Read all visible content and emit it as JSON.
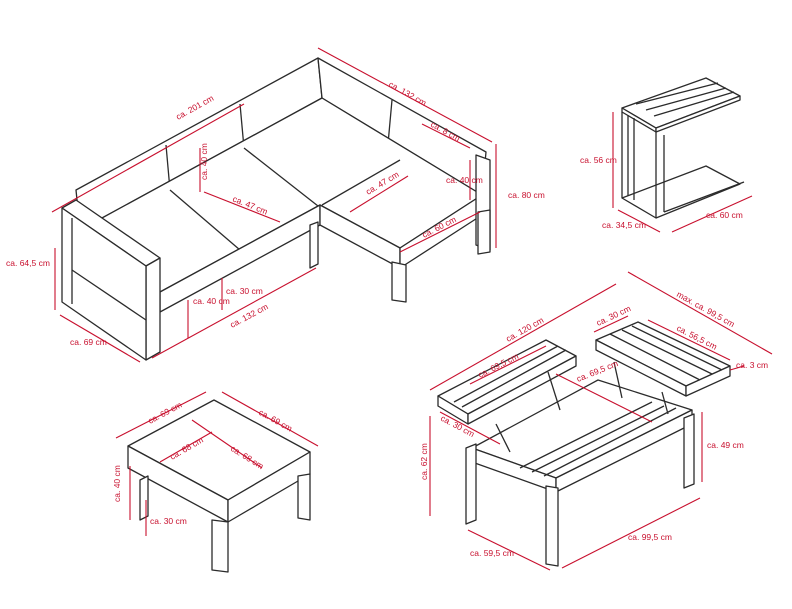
{
  "colors": {
    "dimension": "#c8102e",
    "outline": "#2b2b2b",
    "background": "#ffffff"
  },
  "sofa": {
    "width_total": "ca. 201 cm",
    "width_side": "ca. 132 cm",
    "armrest": "ca. 8 cm",
    "back_height": "ca. 40 cm",
    "back_height_right": "ca. 40 cm",
    "seat_depth_left": "ca. 47 cm",
    "seat_depth_right": "ca. 47 cm",
    "seat_width": "ca. 60 cm",
    "total_height": "ca. 80 cm",
    "arm_height": "ca. 64,5 cm",
    "depth": "ca. 69 cm",
    "cushion_height": "ca. 30 cm",
    "seat_height": "ca. 40 cm",
    "front_width": "ca. 132 cm"
  },
  "side_table": {
    "height": "ca. 56 cm",
    "depth": "ca. 34,5 cm",
    "width": "ca. 60 cm"
  },
  "ottoman": {
    "width_a": "ca. 69 cm",
    "width_b": "ca. 69 cm",
    "inner_a": "ca. 68 cm",
    "inner_b": "ca. 68 cm",
    "height": "ca. 40 cm",
    "cushion": "ca. 30 cm"
  },
  "coffee_table": {
    "length": "ca. 120 cm",
    "max_depth": "max. ca. 99,5 cm",
    "lift_width": "ca. 30 cm",
    "lift_depth": "ca. 56,5 cm",
    "lift_thickness": "ca. 3 cm",
    "top_length": "ca. 69,5 cm",
    "top_depth": "ca. 69,5 cm",
    "panel_width": "ca. 30 cm",
    "height": "ca. 62 cm",
    "frame_height": "ca. 49 cm",
    "base_length": "ca. 99,5 cm",
    "base_depth": "ca. 59,5 cm"
  }
}
